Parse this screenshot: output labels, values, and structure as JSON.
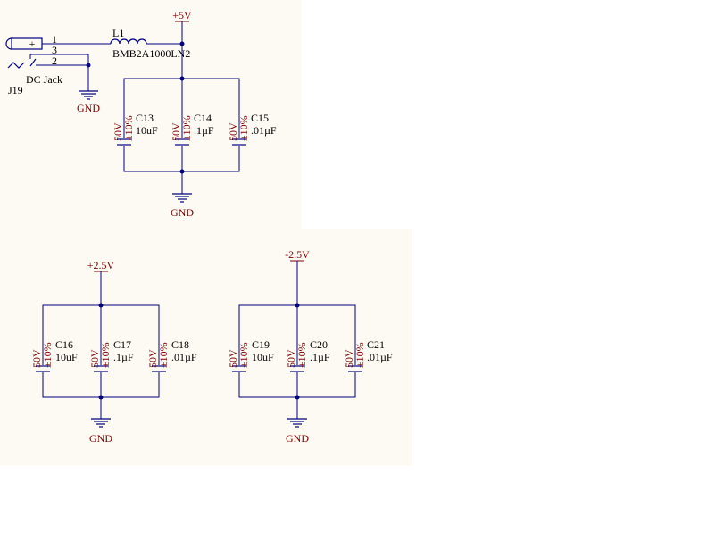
{
  "colors": {
    "background_panel": "#fdfaf3",
    "wire": "#000080",
    "power_text": "#800000",
    "label_text": "#000000"
  },
  "connector": {
    "designator": "J19",
    "name": "DC Jack",
    "pins": [
      "1",
      "3",
      "2"
    ],
    "plus_symbol": "+"
  },
  "inductor": {
    "designator": "L1",
    "part": "BMB2A1000LN2"
  },
  "nets": {
    "p5v": "+5V",
    "p2v5": "+2.5V",
    "m2v5": "-2.5V",
    "gnd": "GND"
  },
  "caps": [
    {
      "ref": "C13",
      "value": "10uF",
      "voltage": "50V",
      "tol": "±10%"
    },
    {
      "ref": "C14",
      "value": ".1µF",
      "voltage": "50V",
      "tol": "±10%"
    },
    {
      "ref": "C15",
      "value": ".01µF",
      "voltage": "50V",
      "tol": "±10%"
    },
    {
      "ref": "C16",
      "value": "10uF",
      "voltage": "50V",
      "tol": "±10%"
    },
    {
      "ref": "C17",
      "value": ".1µF",
      "voltage": "50V",
      "tol": "±10%"
    },
    {
      "ref": "C18",
      "value": ".01µF",
      "voltage": "50V",
      "tol": "±10%"
    },
    {
      "ref": "C19",
      "value": "10uF",
      "voltage": "50V",
      "tol": "±10%"
    },
    {
      "ref": "C20",
      "value": ".1µF",
      "voltage": "50V",
      "tol": "±10%"
    },
    {
      "ref": "C21",
      "value": ".01µF",
      "voltage": "50V",
      "tol": "±10%"
    }
  ]
}
